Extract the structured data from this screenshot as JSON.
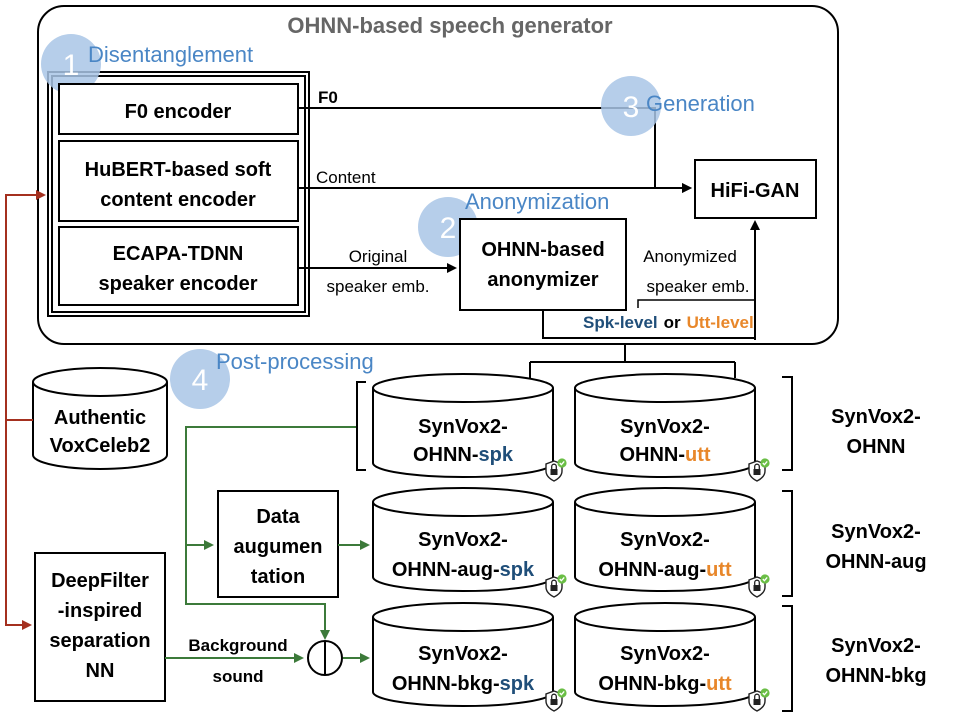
{
  "colors": {
    "blue_text": "#4a86c5",
    "step_circle": "#a9c6e6",
    "spk": "#1f4e79",
    "utt": "#e8872a",
    "red_arrow": "#a4301f",
    "green_arrow": "#3c7a3a",
    "frame": "#000000"
  },
  "title": "OHNN-based speech generator",
  "steps": [
    {
      "num": "1",
      "label": "Disentanglement"
    },
    {
      "num": "2",
      "label": "Anonymization"
    },
    {
      "num": "3",
      "label": "Generation"
    },
    {
      "num": "4",
      "label": "Post-processing"
    }
  ],
  "encoders": {
    "f0": "F0 encoder",
    "hubert_line1": "HuBERT-based soft",
    "hubert_line2": "content encoder",
    "ecapa_line1": "ECAPA-TDNN",
    "ecapa_line2": "speaker encoder"
  },
  "edges": {
    "f0": "F0",
    "content": "Content",
    "original_line1": "Original",
    "original_line2": "speaker emb.",
    "anon_line1": "Anonymized",
    "anon_line2": "speaker emb.",
    "spk_level": "Spk-level",
    "or": "or",
    "utt_level": "Utt-level",
    "background_line1": "Background",
    "background_line2": "sound"
  },
  "blocks": {
    "anonymizer_line1": "OHNN-based",
    "anonymizer_line2": "anonymizer",
    "hifigan": "HiFi-GAN",
    "authentic_line1": "Authentic",
    "authentic_line2": "VoxCeleb2",
    "deepfilter_line1": "DeepFilter",
    "deepfilter_line2": "-inspired",
    "deepfilter_line3": "separation",
    "deepfilter_line4": "NN",
    "aug_line1": "Data",
    "aug_line2": "augumen",
    "aug_line3": "tation"
  },
  "datasets": [
    {
      "prefix": "SynVox2-",
      "stem": "OHNN-",
      "suffix": "spk",
      "kind": "spk"
    },
    {
      "prefix": "SynVox2-",
      "stem": "OHNN-",
      "suffix": "utt",
      "kind": "utt"
    },
    {
      "prefix": "SynVox2-",
      "stem": "OHNN-aug-",
      "suffix": "spk",
      "kind": "spk"
    },
    {
      "prefix": "SynVox2-",
      "stem": "OHNN-aug-",
      "suffix": "utt",
      "kind": "utt"
    },
    {
      "prefix": "SynVox2-",
      "stem": "OHNN-bkg-",
      "suffix": "spk",
      "kind": "spk"
    },
    {
      "prefix": "SynVox2-",
      "stem": "OHNN-bkg-",
      "suffix": "utt",
      "kind": "utt"
    }
  ],
  "groups": [
    {
      "line1": "SynVox2-",
      "line2": "OHNN"
    },
    {
      "line1": "SynVox2-",
      "line2": "OHNN-aug"
    },
    {
      "line1": "SynVox2-",
      "line2": "OHNN-bkg"
    }
  ],
  "icons": [
    "shield-lock-icon",
    "check-icon"
  ]
}
